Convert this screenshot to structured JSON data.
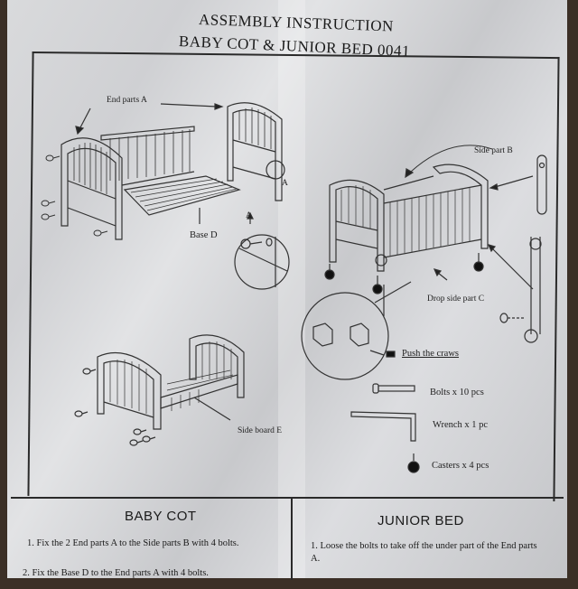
{
  "header": {
    "title": "ASSEMBLY INSTRUCTION",
    "subtitle": "BABY COT & JUNIOR BED 0041"
  },
  "diagram_labels": {
    "end_parts": "End parts A",
    "base": "Base D",
    "marker_a1": "A",
    "marker_a2": "A",
    "side_part": "Side part B",
    "drop_side": "Drop side part C",
    "push_craws": "Push the craws",
    "side_board": "Side board E"
  },
  "parts_list": [
    {
      "icon": "bolt-icon",
      "label": "Bolts  x  10 pcs"
    },
    {
      "icon": "wrench-icon",
      "label": "Wrench  x  1 pc"
    },
    {
      "icon": "caster-icon",
      "label": "Casters  x  4 pcs"
    }
  ],
  "baby_cot": {
    "title": "BABY   COT",
    "steps": [
      "1. Fix the 2 End parts A to the Side parts B with 4 bolts.",
      "2. Fix the Base D to the End parts A with 4 bolts."
    ]
  },
  "junior_bed": {
    "title": "JUNIOR BED",
    "steps": [
      "1. Loose the bolts to take off the under part of the End parts A."
    ]
  }
}
